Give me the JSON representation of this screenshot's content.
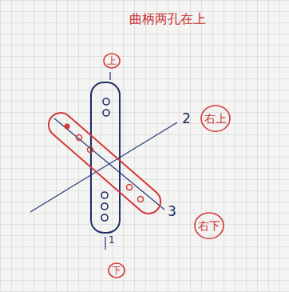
{
  "diagram": {
    "title": "曲柄两孔在上",
    "nodes": [
      {
        "text": [
          "上"
        ]
      },
      {
        "text": [
          "右上"
        ]
      },
      {
        "text": [
          "右下"
        ]
      },
      {
        "text": [
          "下"
        ]
      }
    ],
    "labels": [
      "2",
      "3",
      "1"
    ]
  }
}
